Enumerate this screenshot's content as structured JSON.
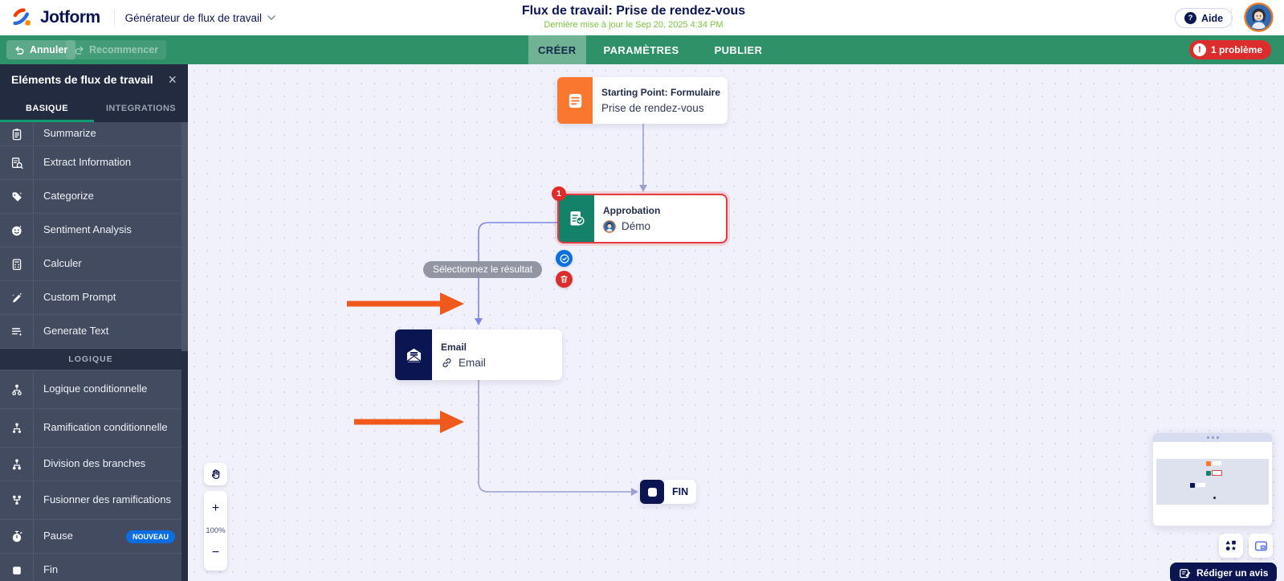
{
  "header": {
    "logo": "Jotform",
    "product_menu": "Générateur de flux de travail",
    "title": "Flux de travail: Prise de rendez-vous",
    "last_updated": "Dernière mise à jour le Sep 20, 2025 4:34 PM",
    "help": "Aide"
  },
  "toolbar": {
    "undo": "Annuler",
    "redo": "Recommencer",
    "tabs": [
      {
        "label": "CRÉER",
        "active": true
      },
      {
        "label": "PARAMÈTRES",
        "active": false
      },
      {
        "label": "PUBLIER",
        "active": false
      }
    ],
    "problems": "1 problème"
  },
  "sidebar": {
    "title": "Eléments de flux de travail",
    "tabs": [
      {
        "label": "BASIQUE",
        "active": true
      },
      {
        "label": "INTEGRATIONS",
        "active": false
      }
    ],
    "section": "LOGIQUE",
    "items": [
      {
        "label": "Summarize",
        "icon": "summarize-icon"
      },
      {
        "label": "Extract Information",
        "icon": "extract-information-icon"
      },
      {
        "label": "Categorize",
        "icon": "categorize-icon"
      },
      {
        "label": "Sentiment Analysis",
        "icon": "sentiment-analysis-icon"
      },
      {
        "label": "Calculer",
        "icon": "calculate-icon"
      },
      {
        "label": "Custom Prompt",
        "icon": "custom-prompt-icon"
      },
      {
        "label": "Generate Text",
        "icon": "generate-text-icon"
      },
      {
        "label": "Logique conditionnelle",
        "icon": "conditional-logic-icon"
      },
      {
        "label": "Ramification conditionnelle",
        "icon": "conditional-branch-icon"
      },
      {
        "label": "Division des branches",
        "icon": "split-branches-icon"
      },
      {
        "label": "Fusionner des ramifications",
        "icon": "merge-branches-icon"
      },
      {
        "label": "Pause",
        "icon": "pause-icon",
        "badge": "NOUVEAU"
      },
      {
        "label": "Fin",
        "icon": "end-icon"
      }
    ]
  },
  "canvas": {
    "zoom_level": "100%",
    "tooltip": "Sélectionnez le résultat",
    "nodes": {
      "start": {
        "title": "Starting Point: Formulaire",
        "subtitle": "Prise de rendez-vous"
      },
      "approval": {
        "title": "Approbation",
        "assignee": "Démo",
        "error_count": "1"
      },
      "email": {
        "title": "Email",
        "link": "Email"
      },
      "end": {
        "label": "FIN"
      }
    }
  },
  "footer": {
    "feedback": "Rédiger un avis"
  },
  "colors": {
    "brand_navy": "#0a1551",
    "toolbar_green": "#2f9168",
    "active_tab_green": "#6fb392",
    "sidebar_dark": "#222b3f",
    "sidebar_row": "#424b5f",
    "error_red": "#dd2c2c",
    "node_orange": "#f9772e",
    "node_green": "#148268",
    "accent_blue": "#0b6fe0",
    "arrow_orange": "#f0591c",
    "updated_green": "#7dc242",
    "nouveau_blue": "#0b6fe3"
  }
}
